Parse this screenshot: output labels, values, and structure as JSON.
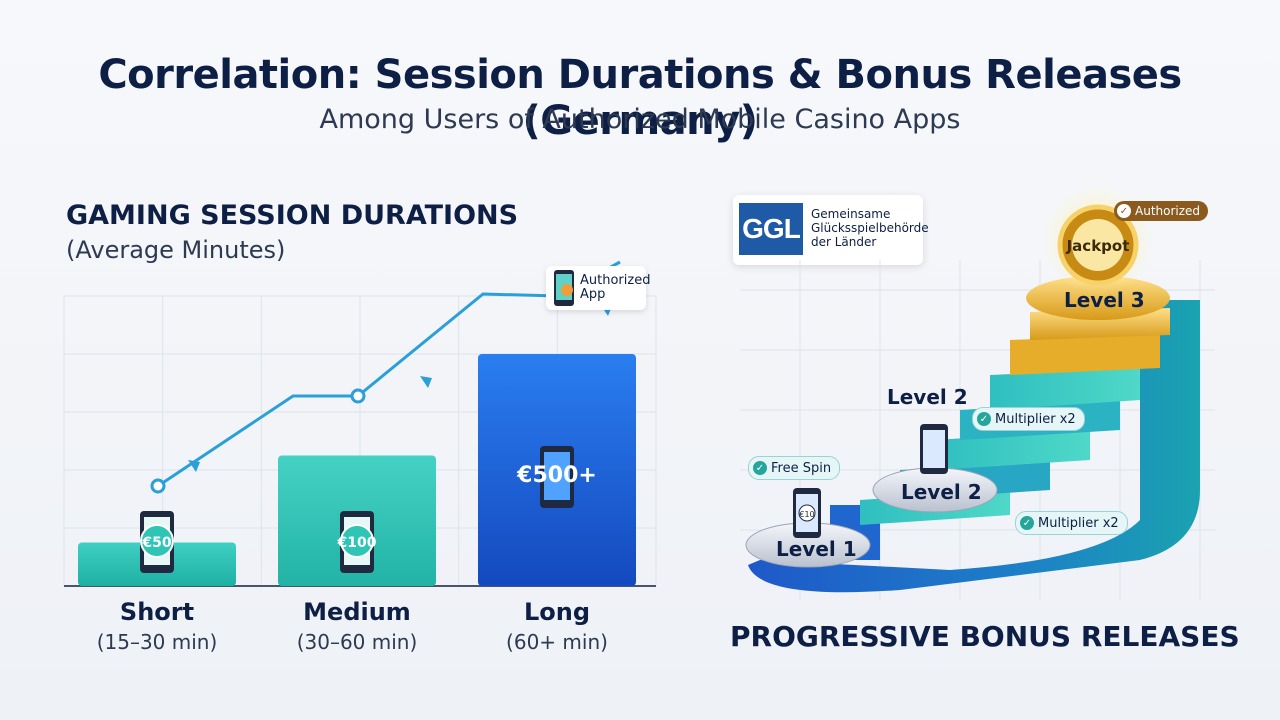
{
  "title": "Correlation: Session Durations & Bonus Releases (Germany)",
  "subtitle": "Among Users of Authorized Mobile Casino Apps",
  "left_panel": {
    "heading": "GAMING SESSION DURATIONS",
    "subheading": "(Average Minutes)",
    "badge": "Authorized App",
    "badge_line1": "Authorized",
    "badge_line2": "App"
  },
  "chart_data": {
    "type": "bar",
    "title": "GAMING SESSION DURATIONS",
    "ylabel": "(Average Minutes)",
    "categories": [
      "Short",
      "Medium",
      "Long"
    ],
    "category_ranges": [
      "(15–30 min)",
      "(30–60 min)",
      "(60+ min)"
    ],
    "bonus_labels": [
      "€50",
      "€100",
      "€500+"
    ],
    "values": [
      15,
      45,
      80
    ],
    "trend": [
      100,
      190,
      290
    ],
    "colors": [
      "#2ec4b6",
      "#3cc9bd",
      "#1d62d6"
    ]
  },
  "right_panel": {
    "heading": "PROGRESSIVE BONUS RELEASES",
    "ggl_logo": "GGL",
    "ggl_name_line1": "Gemeinsame",
    "ggl_name_line2": "Glücksspielbehörde",
    "ggl_name_line3": "der Länder",
    "authorized": "Authorized",
    "jackpot": "Jackpot",
    "levels": [
      "Level 1",
      "Level 2",
      "Level 3"
    ],
    "level2_top_label": "Level 2",
    "free_spin": "Free Spin",
    "multiplier_upper": "Multiplier x2",
    "multiplier_lower": "Multiplier x2",
    "level1_coin": "€10"
  }
}
